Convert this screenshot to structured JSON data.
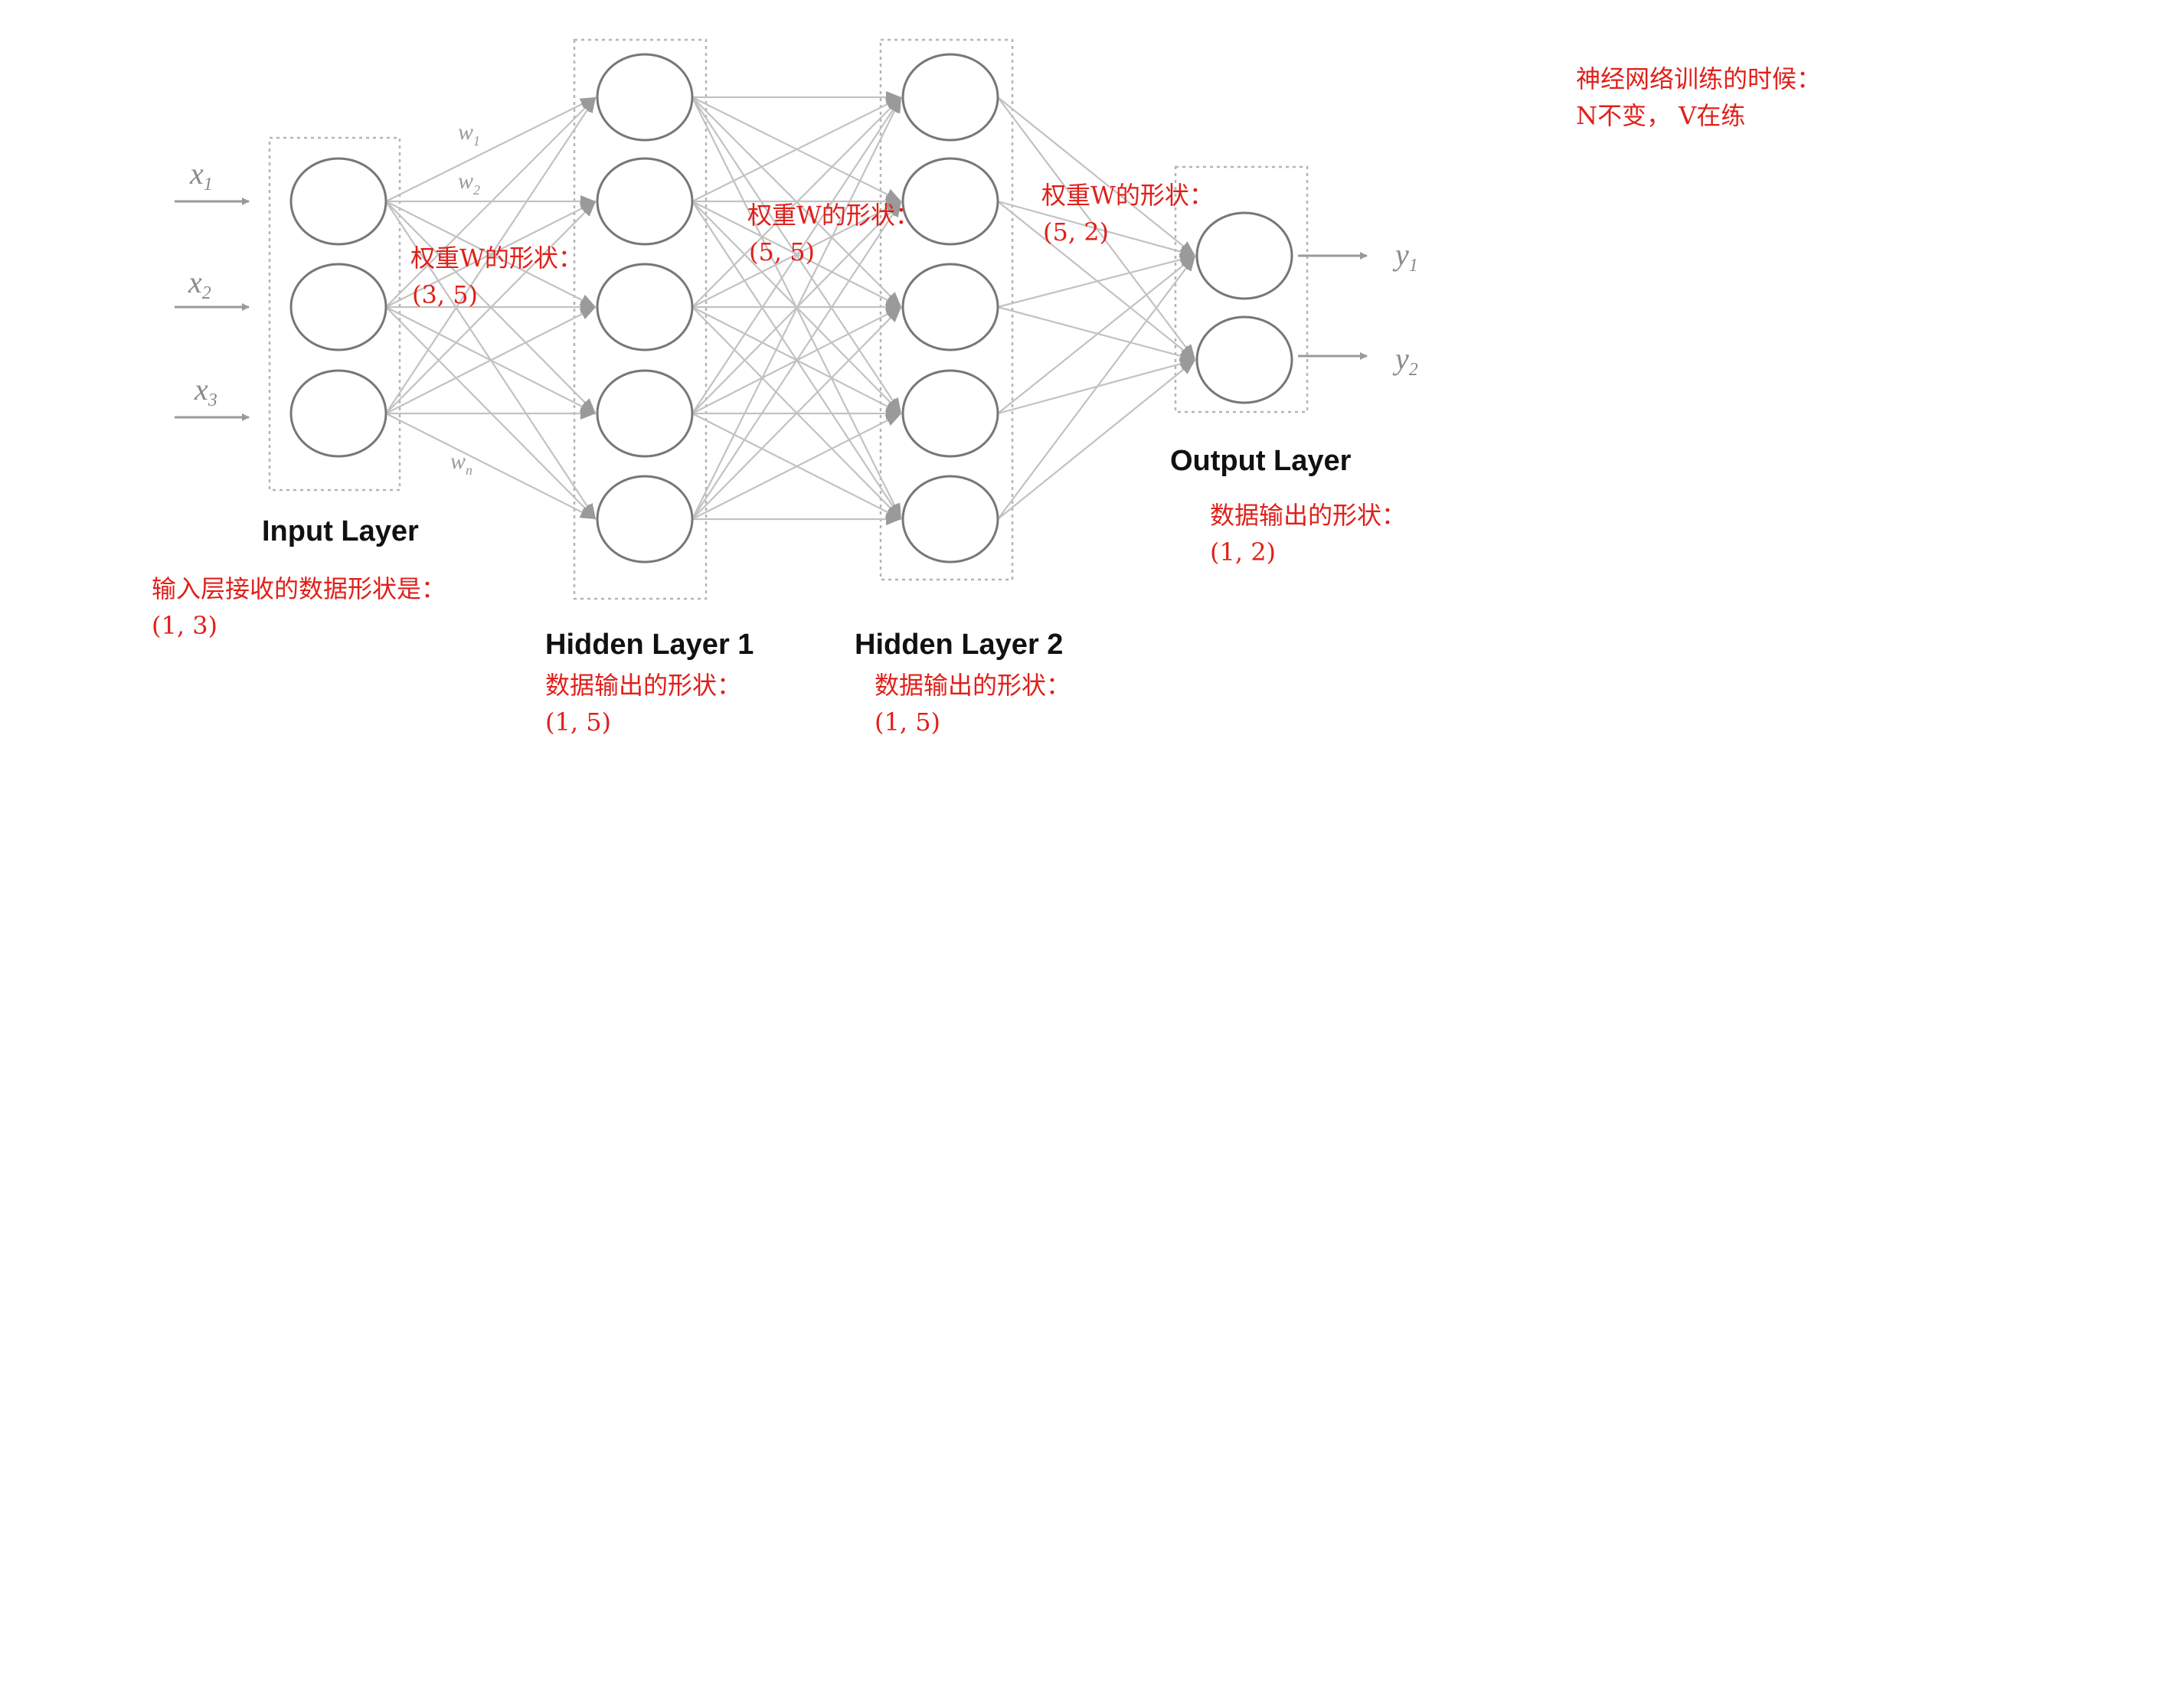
{
  "layers": {
    "input": {
      "title": "Input Layer",
      "nodes": 3
    },
    "hidden1": {
      "title": "Hidden Layer 1",
      "nodes": 5
    },
    "hidden2": {
      "title": "Hidden Layer 2",
      "nodes": 5
    },
    "output": {
      "title": "Output Layer",
      "nodes": 2
    }
  },
  "inputs": [
    {
      "base": "x",
      "sub": "1"
    },
    {
      "base": "x",
      "sub": "2"
    },
    {
      "base": "x",
      "sub": "3"
    }
  ],
  "outputs": [
    {
      "base": "y",
      "sub": "1"
    },
    {
      "base": "y",
      "sub": "2"
    }
  ],
  "weights": [
    {
      "base": "w",
      "sub": "1"
    },
    {
      "base": "w",
      "sub": "2"
    },
    {
      "base": "w",
      "sub": "n"
    }
  ],
  "notes": {
    "input_shape": {
      "line1": "输入层接收的数据形状是：",
      "line2": "(1, 3)"
    },
    "w1_shape": {
      "line1": "权重W的形状：",
      "line2": "(3, 5)"
    },
    "w2_shape": {
      "line1": "权重W的形状：",
      "line2": "(5, 5)"
    },
    "w3_shape": {
      "line1": "权重W的形状：",
      "line2": "(5, 2)"
    },
    "h1_out": {
      "line1": "数据输出的形状：",
      "line2": "(1, 5)"
    },
    "h2_out": {
      "line1": "数据输出的形状：",
      "line2": "(1, 5)"
    },
    "out_shape": {
      "line1": "数据输出的形状：",
      "line2": "(1, 2)"
    },
    "training": {
      "line1": "神经网络训练的时候：",
      "line2": "N不变， V在练"
    }
  },
  "colors": {
    "annotation": "#e0201a",
    "node_stroke": "#777777",
    "edge": "#c2c2c2"
  }
}
